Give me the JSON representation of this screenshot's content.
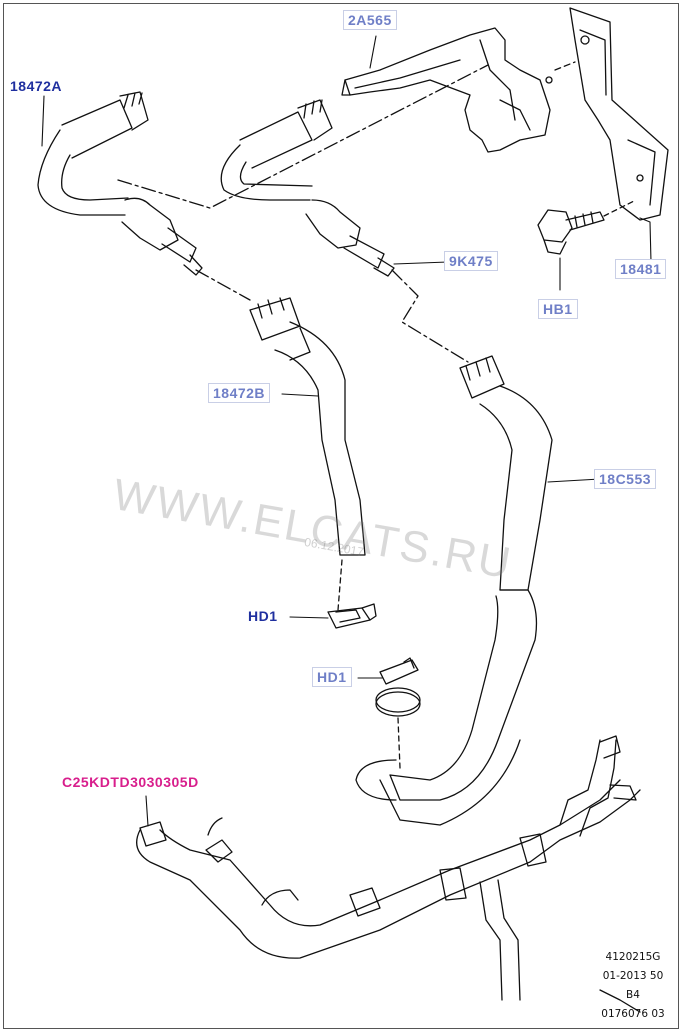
{
  "callouts": {
    "p2a565": "2A565",
    "p18472a": "18472A",
    "p9k475": "9K475",
    "p18481": "18481",
    "phb1": "HB1",
    "p18472b": "18472B",
    "p18c553": "18C553",
    "phd1_a": "HD1",
    "phd1_b": "HD1",
    "pc25": "C25KDTD3030305D"
  },
  "watermark": {
    "site": "WWW.ELCATS.RU",
    "date": "06.12.2017"
  },
  "footer": {
    "line1": "4120215G",
    "line2": "01-2013 50",
    "line3": "B4",
    "line4": "0176076 03"
  },
  "colors": {
    "callout_blue_boxed": "#6f7fc7",
    "callout_blue_plain": "#1f2f9f",
    "callout_magenta": "#d81e8c",
    "line": "#111111"
  }
}
